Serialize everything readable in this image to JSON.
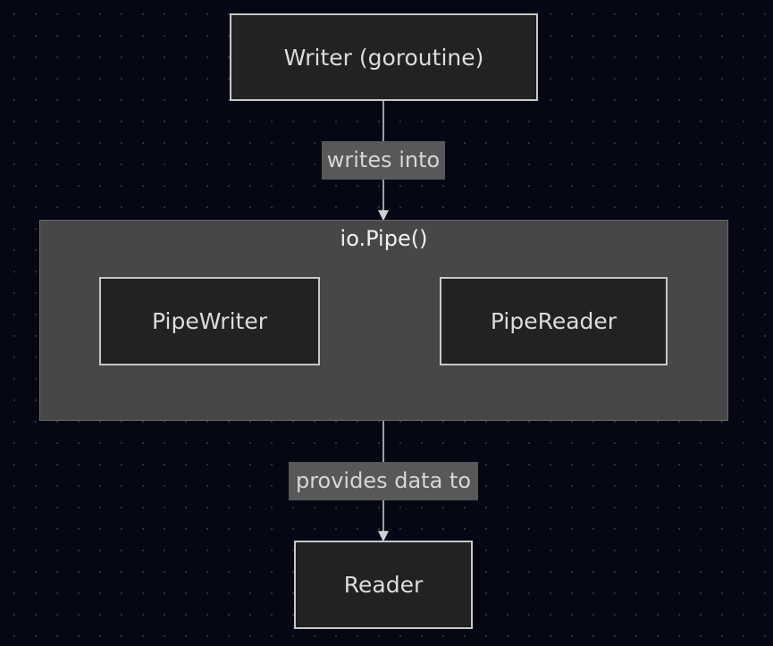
{
  "nodes": {
    "writer": "Writer (goroutine)",
    "pipe_writer": "PipeWriter",
    "pipe_reader": "PipeReader",
    "reader": "Reader"
  },
  "group": {
    "title": "io.Pipe()"
  },
  "edges": {
    "writer_to_pipe": "writes into",
    "pipe_to_reader": "provides data to"
  },
  "colors": {
    "background": "#050814",
    "node_fill": "#222222",
    "node_border": "#c8c8c8",
    "group_fill": "#474747",
    "edge_label_fill": "#585858",
    "edge_line": "#d0d0d0"
  }
}
